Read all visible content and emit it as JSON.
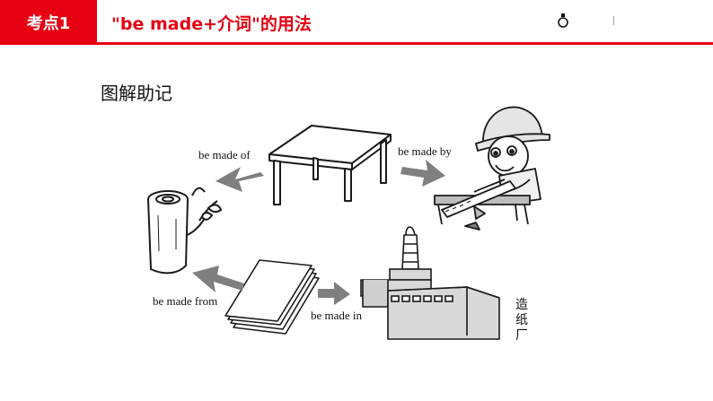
{
  "header": {
    "tag": "考点1",
    "title": "\"be made+介词\"的用法",
    "icon": "lightbulb-icon"
  },
  "section_title": "图解助记",
  "labels": {
    "made_of": "be made of",
    "made_by": "be made by",
    "made_from": "be made from",
    "made_in": "be made in"
  },
  "factory_sign": [
    "造",
    "纸",
    "厂"
  ],
  "colors": {
    "brand_red": "#e60012",
    "arrow_gray": "#7f7f7f",
    "line": "#1a1a1a"
  }
}
